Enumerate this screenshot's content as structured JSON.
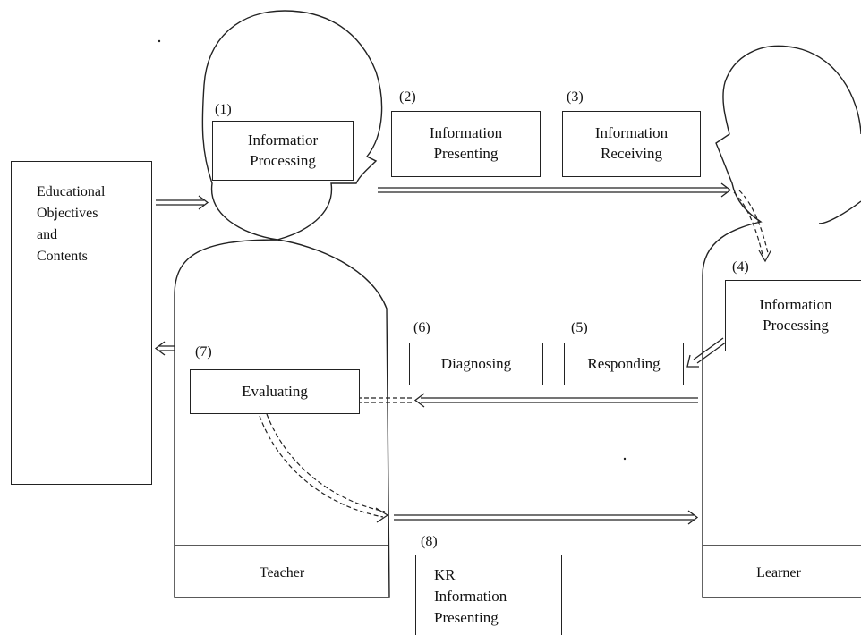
{
  "boxes": {
    "info_processing_teacher": {
      "num": "(1)",
      "label": "Informatior\nProcessing"
    },
    "info_presenting": {
      "num": "(2)",
      "label": "Information\nPresenting"
    },
    "info_receiving": {
      "num": "(3)",
      "label": "Information\nReceiving"
    },
    "info_processing_learner": {
      "num": "(4)",
      "label": "Information\nProcessing"
    },
    "responding": {
      "num": "(5)",
      "label": "Responding"
    },
    "diagnosing": {
      "num": "(6)",
      "label": "Diagnosing"
    },
    "evaluating": {
      "num": "(7)",
      "label": "Evaluating"
    },
    "kr_presenting": {
      "num": "(8)",
      "label": "KR\nInformation\nPresenting"
    }
  },
  "objectives": {
    "label": "Educational\nObjectives\nand\nContents"
  },
  "figures": {
    "teacher": "Teacher",
    "learner": "Learner"
  },
  "colors": {
    "line": "#222222",
    "background": "#ffffff"
  }
}
